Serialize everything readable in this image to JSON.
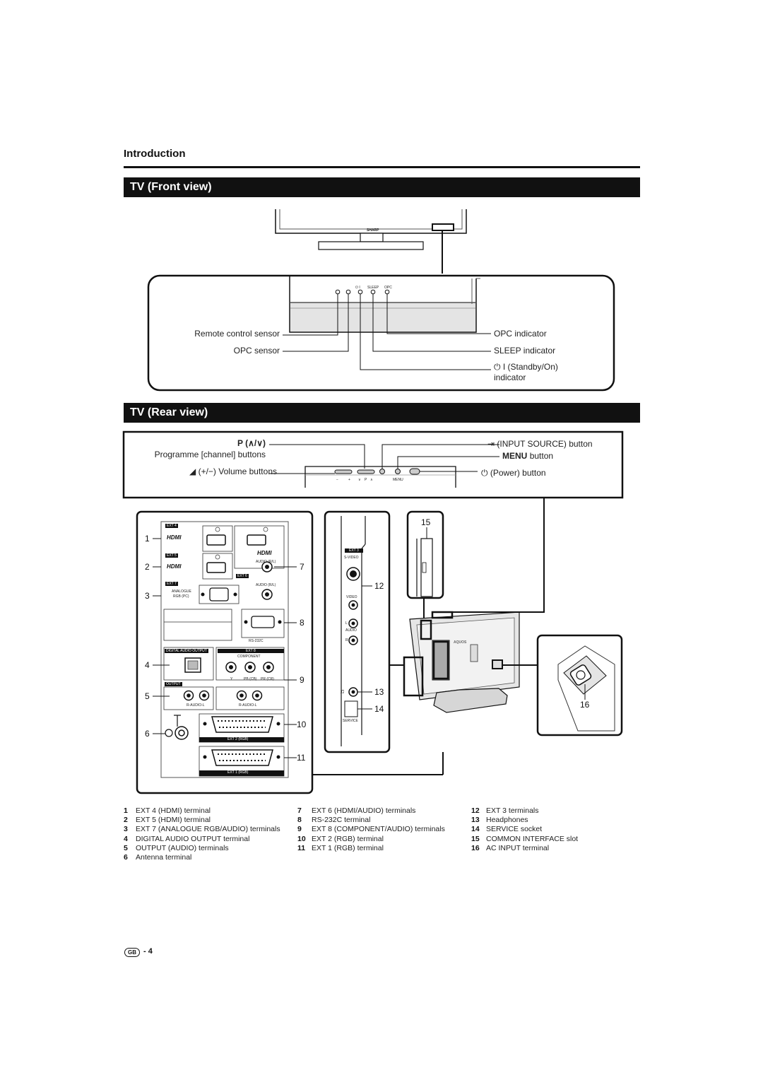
{
  "section": {
    "heading": "Introduction"
  },
  "front_view": {
    "title": "TV (Front view)",
    "brand": "SHARP",
    "led_labels": [
      "⏻ I",
      "SLEEP",
      "OPC"
    ],
    "labels": {
      "remote_sensor": "Remote control sensor",
      "opc_sensor": "OPC sensor",
      "opc_indicator": "OPC indicator",
      "sleep_indicator": "SLEEP indicator",
      "standby_line1": "I (Standby/On)",
      "standby_line2": "indicator"
    }
  },
  "rear_view": {
    "title": "TV (Rear view)",
    "labels": {
      "programme_symbol": "P (∧/∨)",
      "programme_text": "Programme [channel] buttons",
      "volume_symbol": "(+/−)",
      "volume_text": "Volume buttons",
      "input_source": "(INPUT SOURCE) button",
      "menu_bold": "MENU",
      "menu_text": "button",
      "power": "(Power) button"
    },
    "strip_labels": [
      "−",
      "+",
      "∨",
      "P",
      "∧",
      "MENU"
    ],
    "panel": {
      "ext4": "EXT 4",
      "ext5": "EXT 5",
      "ext6": "EXT 6",
      "ext7": "EXT 7",
      "hdmi": "HDMI",
      "audio_rl": "AUDIO (R/L)",
      "analogue": "ANALOGUE",
      "rgb_pc": "RGB (PC)",
      "rs232c": "RS-232C",
      "digital_audio_output": "DIGITAL AUDIO OUTPUT",
      "ext8": "EXT 8",
      "component": "COMPONENT",
      "y": "Y",
      "pb_cb": "PB (CB)",
      "pr_cr": "PR (CR)",
      "output": "OUTPUT",
      "r_audio_l": "R-AUDIO-L",
      "ext2_rgb": "EXT 2 (RGB)",
      "ext1_rgb": "EXT 1 (RGB)"
    },
    "side_panel": {
      "ext3": "EXT 3",
      "s_video": "S-VIDEO",
      "video": "VIDEO",
      "audio": "AUDIO",
      "l": "L",
      "r": "R",
      "service": "SERVICE"
    },
    "tv_brand": "AQUOS",
    "callouts": [
      "1",
      "2",
      "3",
      "4",
      "5",
      "6",
      "7",
      "8",
      "9",
      "10",
      "11",
      "12",
      "13",
      "14",
      "15",
      "16"
    ]
  },
  "legend": [
    [
      {
        "num": "1",
        "text": "EXT 4 (HDMI) terminal"
      },
      {
        "num": "2",
        "text": "EXT 5 (HDMI) terminal"
      },
      {
        "num": "3",
        "text": "EXT 7 (ANALOGUE RGB/AUDIO) terminals"
      },
      {
        "num": "4",
        "text": "DIGITAL AUDIO OUTPUT terminal"
      },
      {
        "num": "5",
        "text": "OUTPUT (AUDIO) terminals"
      },
      {
        "num": "6",
        "text": "Antenna terminal"
      }
    ],
    [
      {
        "num": "7",
        "text": "EXT 6 (HDMI/AUDIO) terminals"
      },
      {
        "num": "8",
        "text": "RS-232C terminal"
      },
      {
        "num": "9",
        "text": "EXT 8 (COMPONENT/AUDIO) terminals"
      },
      {
        "num": "10",
        "text": "EXT 2 (RGB) terminal"
      },
      {
        "num": "11",
        "text": "EXT 1 (RGB) terminal"
      }
    ],
    [
      {
        "num": "12",
        "text": "EXT 3 terminals"
      },
      {
        "num": "13",
        "text": "Headphones"
      },
      {
        "num": "14",
        "text": "SERVICE socket"
      },
      {
        "num": "15",
        "text": "COMMON INTERFACE slot"
      },
      {
        "num": "16",
        "text": "AC INPUT terminal"
      }
    ]
  ],
  "footer": {
    "region": "GB",
    "page": "- 4"
  }
}
